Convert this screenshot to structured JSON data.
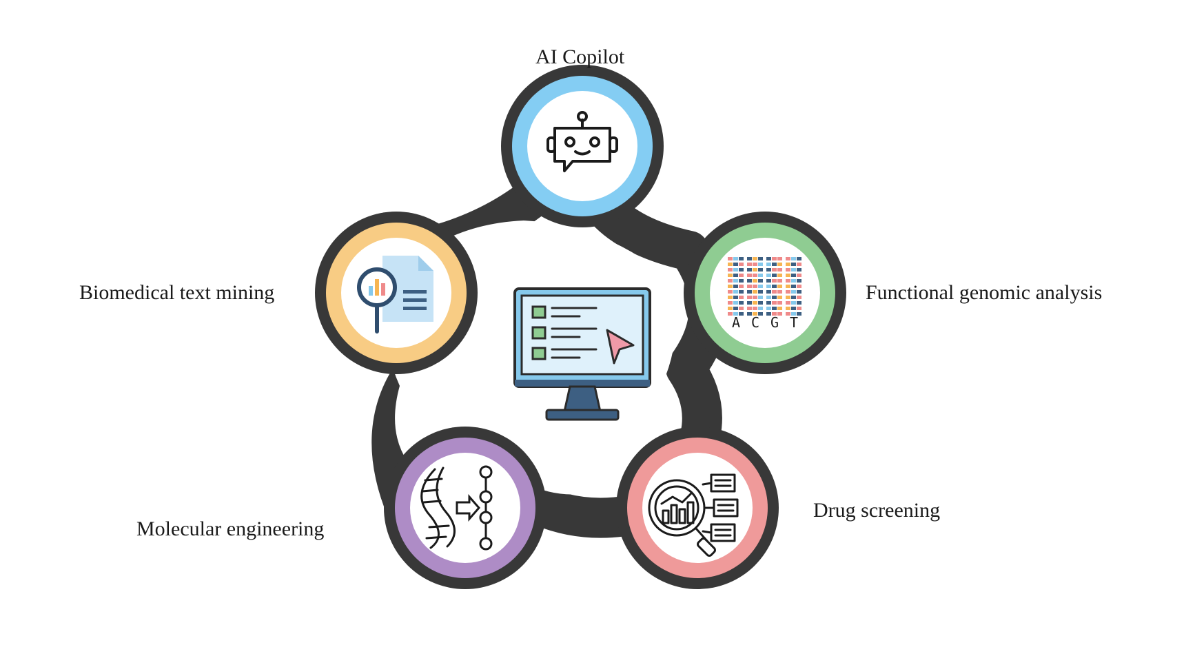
{
  "nodes": {
    "center": {
      "name": "computer-monitor"
    },
    "top": {
      "label": "AI Copilot",
      "icon": "robot-chat-icon",
      "ring_color": "#84cdf3"
    },
    "left": {
      "label": "Biomedical text mining",
      "icon": "document-magnifier-icon",
      "ring_color": "#f8cc84"
    },
    "right": {
      "label": "Functional genomic analysis",
      "icon": "dna-sequence-grid-icon",
      "ring_color": "#8fcc92",
      "letters": [
        "A",
        "C",
        "G",
        "T"
      ]
    },
    "bottom_left": {
      "label": "Molecular engineering",
      "icon": "dna-to-chain-icon",
      "ring_color": "#ae8cc6"
    },
    "bottom_right": {
      "label": "Drug screening",
      "icon": "chart-magnifier-icon",
      "ring_color": "#ef9a9a"
    }
  },
  "colors": {
    "outline": "#383838",
    "monitor_screen": "#dff1fb",
    "monitor_frame": "#86c9ec",
    "monitor_dark": "#3d5f82",
    "check_green": "#8fcc92",
    "cursor_pink": "#ef9aa8"
  }
}
